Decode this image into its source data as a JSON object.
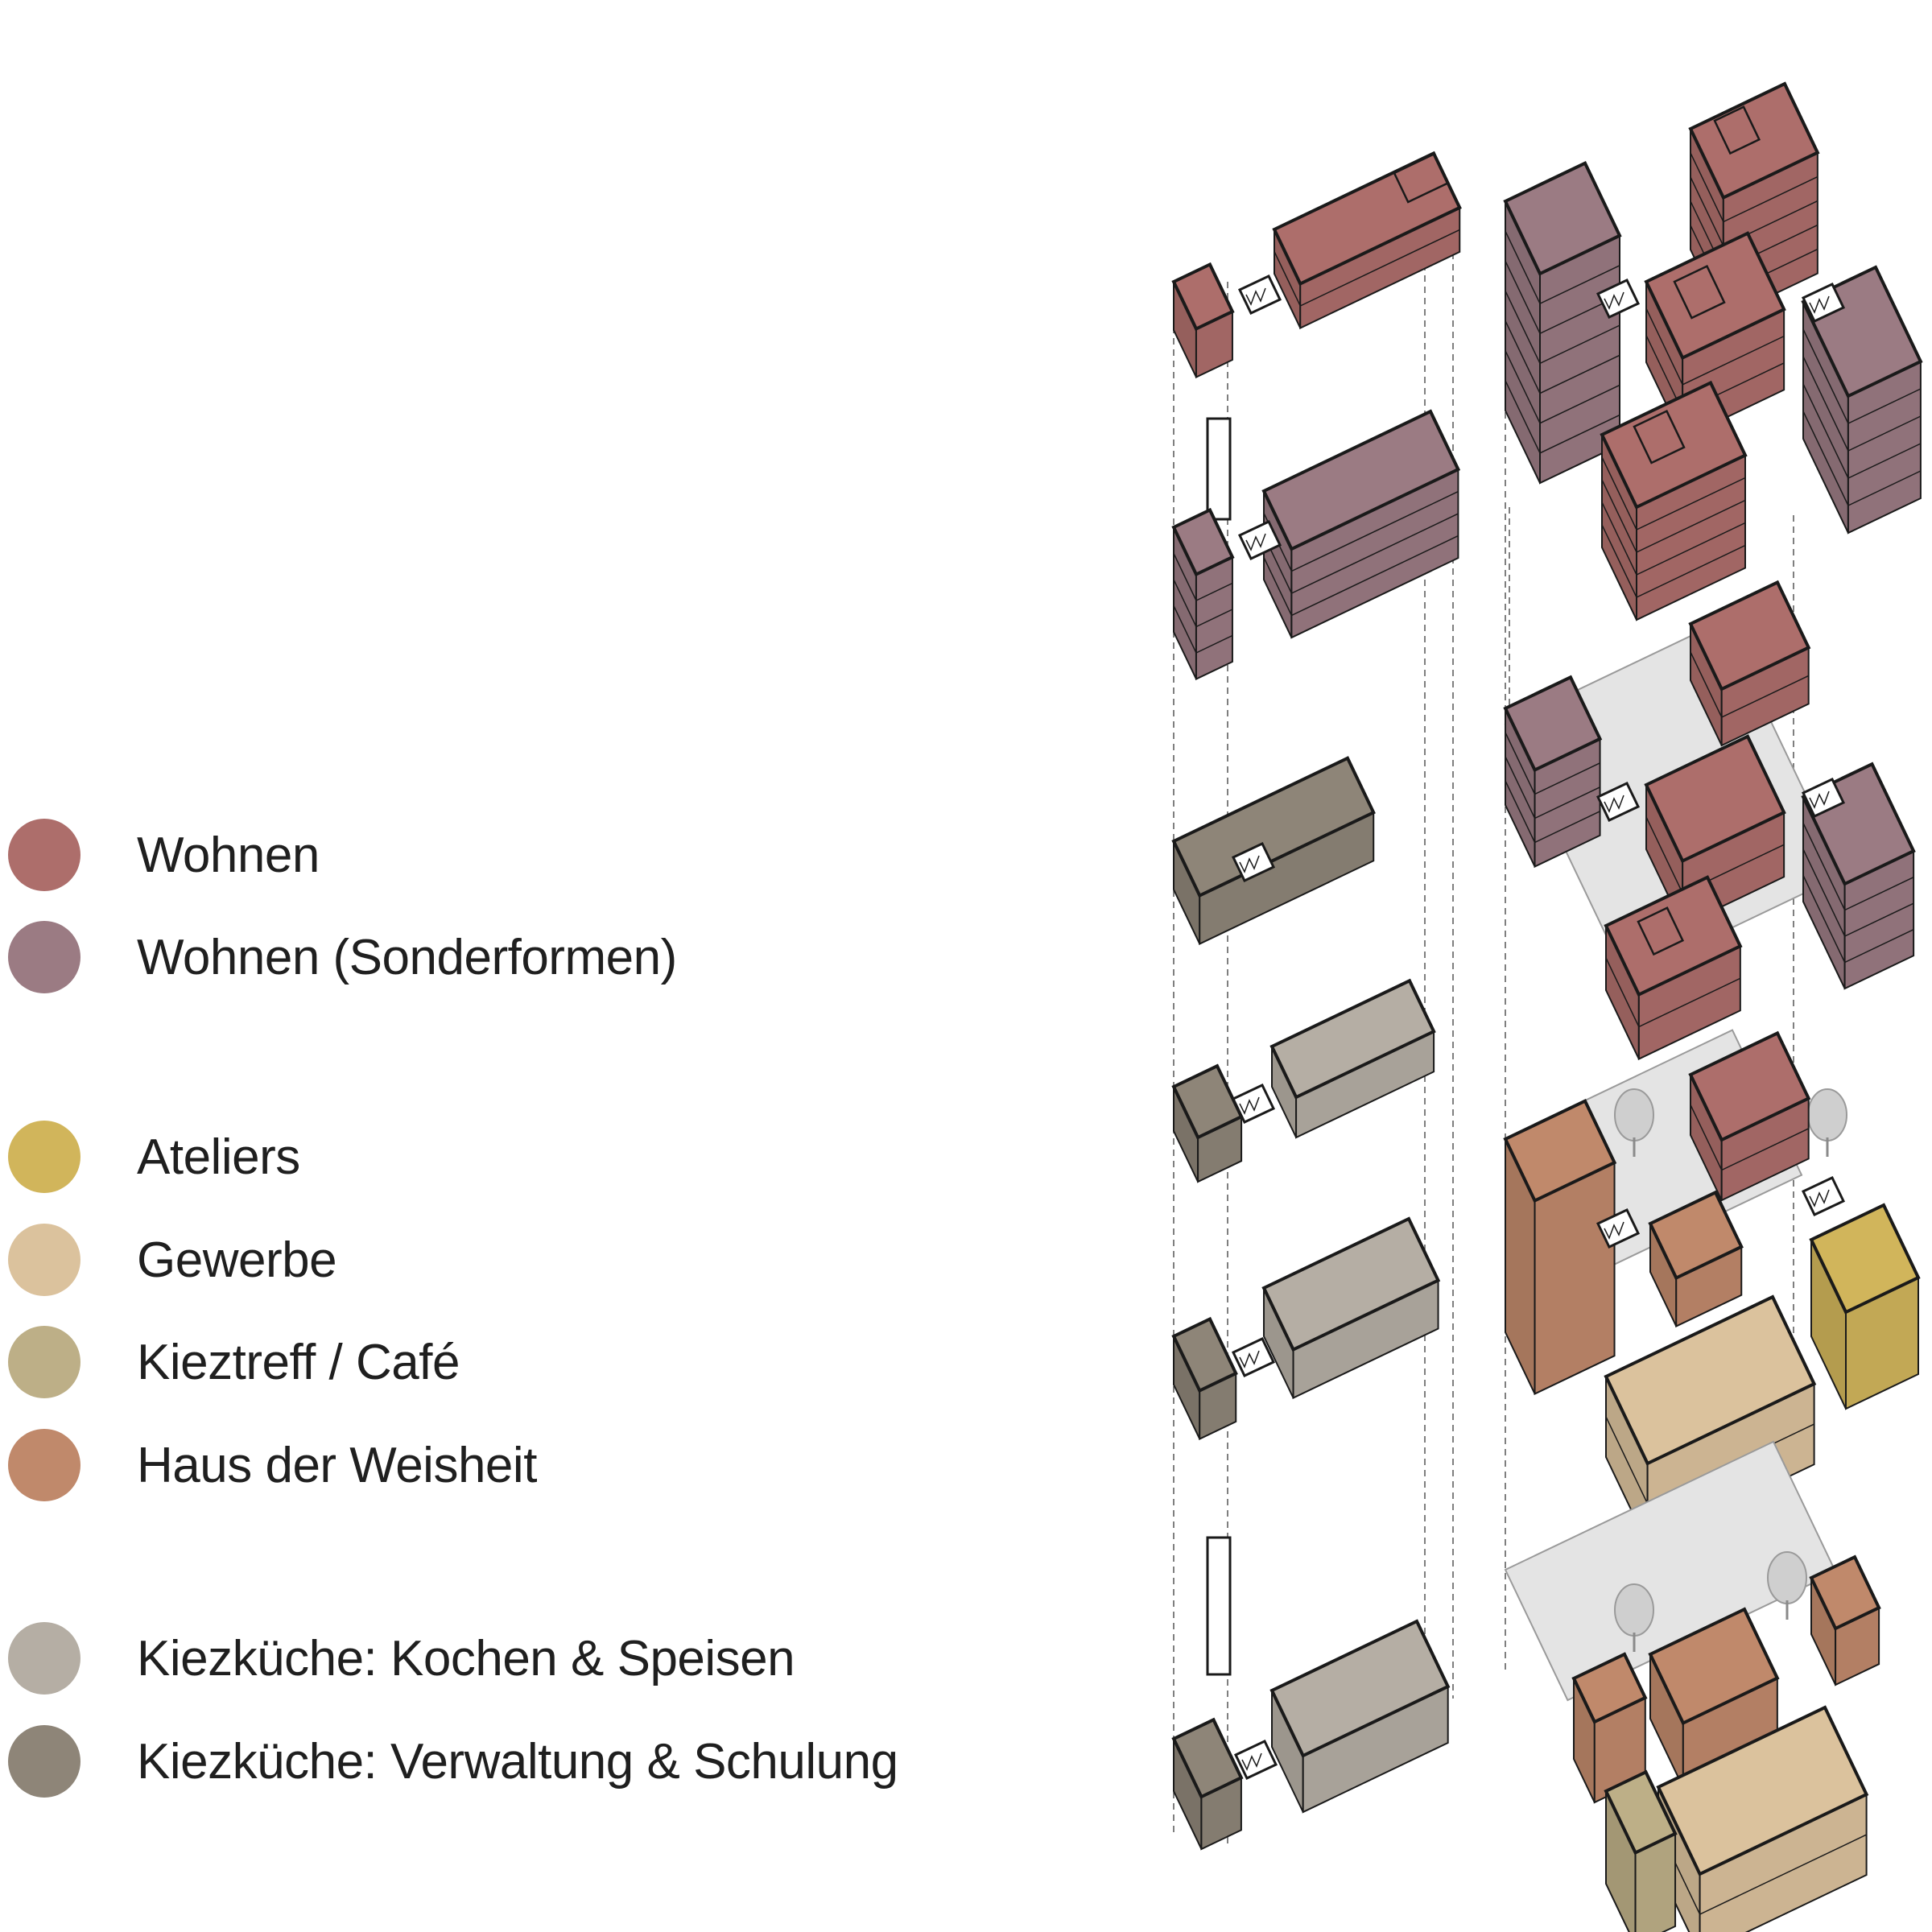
{
  "legend": {
    "items": [
      {
        "label": "Wohnen",
        "color": "#ad6e6b"
      },
      {
        "label": "Wohnen (Sonderformen)",
        "color": "#9b7b83"
      },
      {
        "label": "Ateliers",
        "color": "#d1b55b"
      },
      {
        "label": "Gewerbe",
        "color": "#dbc29d"
      },
      {
        "label": "Kieztreff / Café",
        "color": "#bdaf87"
      },
      {
        "label": "Haus der Weisheit",
        "color": "#c0896b"
      },
      {
        "label": "Kiezküche: Kochen & Speisen",
        "color": "#b5aea4"
      },
      {
        "label": "Kiezküche: Verwaltung & Schulung",
        "color": "#8e8578"
      }
    ]
  },
  "colors": {
    "outline": "#1a1a1a",
    "courtyard": "#e4e4e4",
    "wall": "#ffffff",
    "guide": "#555555"
  }
}
